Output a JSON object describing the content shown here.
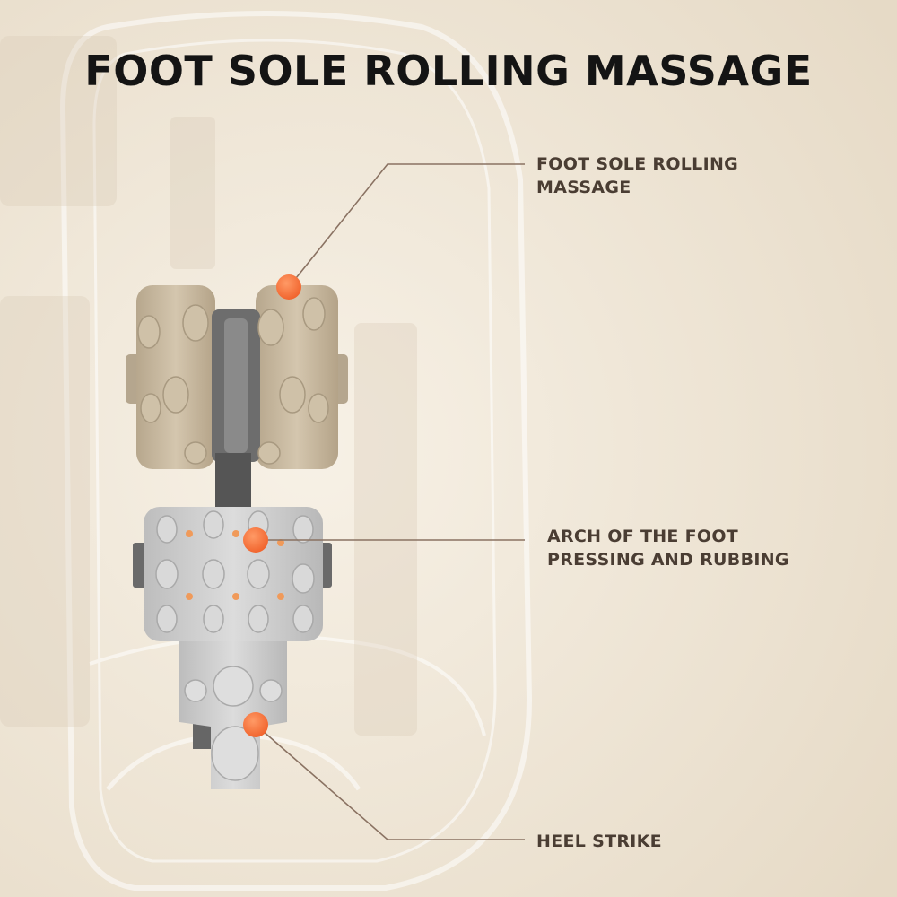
{
  "title": "FOOT SOLE ROLLING MASSAGE",
  "callouts": {
    "sole": {
      "line1": "FOOT SOLE ROLLING",
      "line2": "MASSAGE"
    },
    "arch": {
      "line1": "ARCH OF THE FOOT",
      "line2": "PRESSING AND RUBBING"
    },
    "heel": {
      "line1": "HEEL STRIKE"
    }
  },
  "colors": {
    "background": "#efe6d6",
    "title": "#141414",
    "label": "#4a3d33",
    "leader": "#8a7262",
    "marker": "#f26b2f",
    "roller_tan": "#c7b89f",
    "pad_gray": "#c9c9c9"
  }
}
